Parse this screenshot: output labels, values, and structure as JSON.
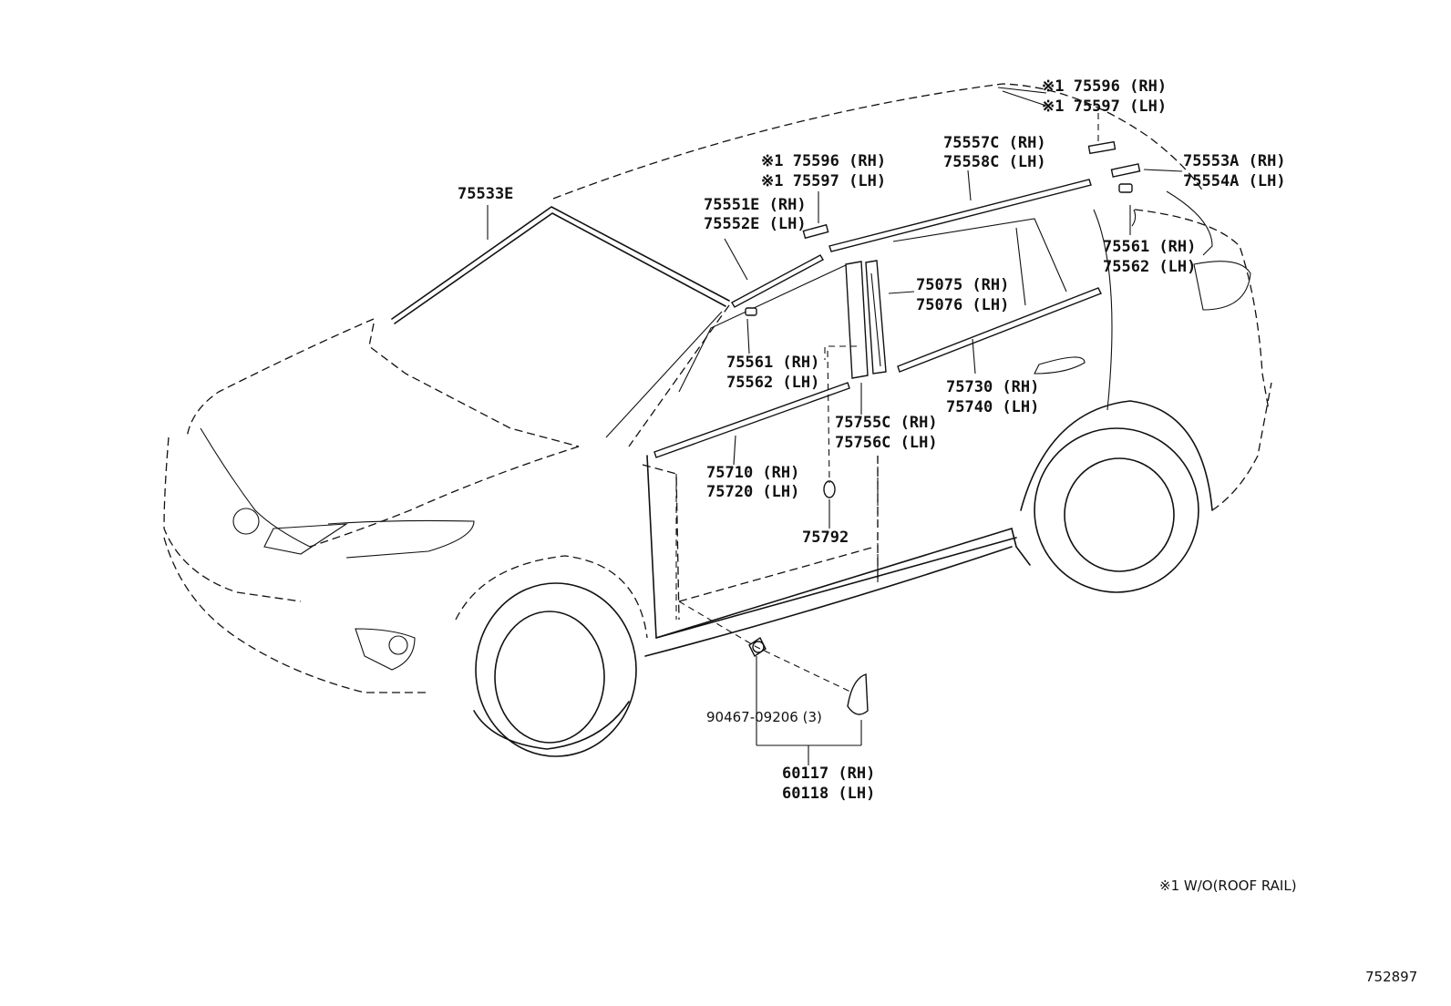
{
  "callouts": {
    "windshield_molding": "75533E",
    "roof_front_lines": [
      "※1 75596 (RH)",
      "※1 75597 (LH)"
    ],
    "roof_rear_lines": [
      "※1 75596 (RH)",
      "※1 75597 (LH)"
    ],
    "roof_drip_front_lines": [
      "75551E (RH)",
      "75552E (LH)"
    ],
    "roof_drip_rear_lines": [
      "75557C (RH)",
      "75558C (LH)"
    ],
    "roof_end_lines": [
      "75553A (RH)",
      "75554A (LH)"
    ],
    "clip_front_lines": [
      "75561 (RH)",
      "75562 (LH)"
    ],
    "clip_rear_lines": [
      "75561 (RH)",
      "75562 (LH)"
    ],
    "pillar_garnish_lines": [
      "75075 (RH)",
      "75076 (LH)"
    ],
    "center_pillar_lines": [
      "75755C (RH)",
      "75756C (LH)"
    ],
    "front_door_belt_lines": [
      "75710 (RH)",
      "75720 (LH)"
    ],
    "rear_door_belt_lines": [
      "75730 (RH)",
      "75740 (LH)"
    ],
    "grommet": "75792",
    "clip_qty": "90467-09206 (3)",
    "mudguard_lines": [
      "60117 (RH)",
      "60118 (LH)"
    ]
  },
  "footnote": "※1 W/O(ROOF RAIL)",
  "figure_code": "752897"
}
